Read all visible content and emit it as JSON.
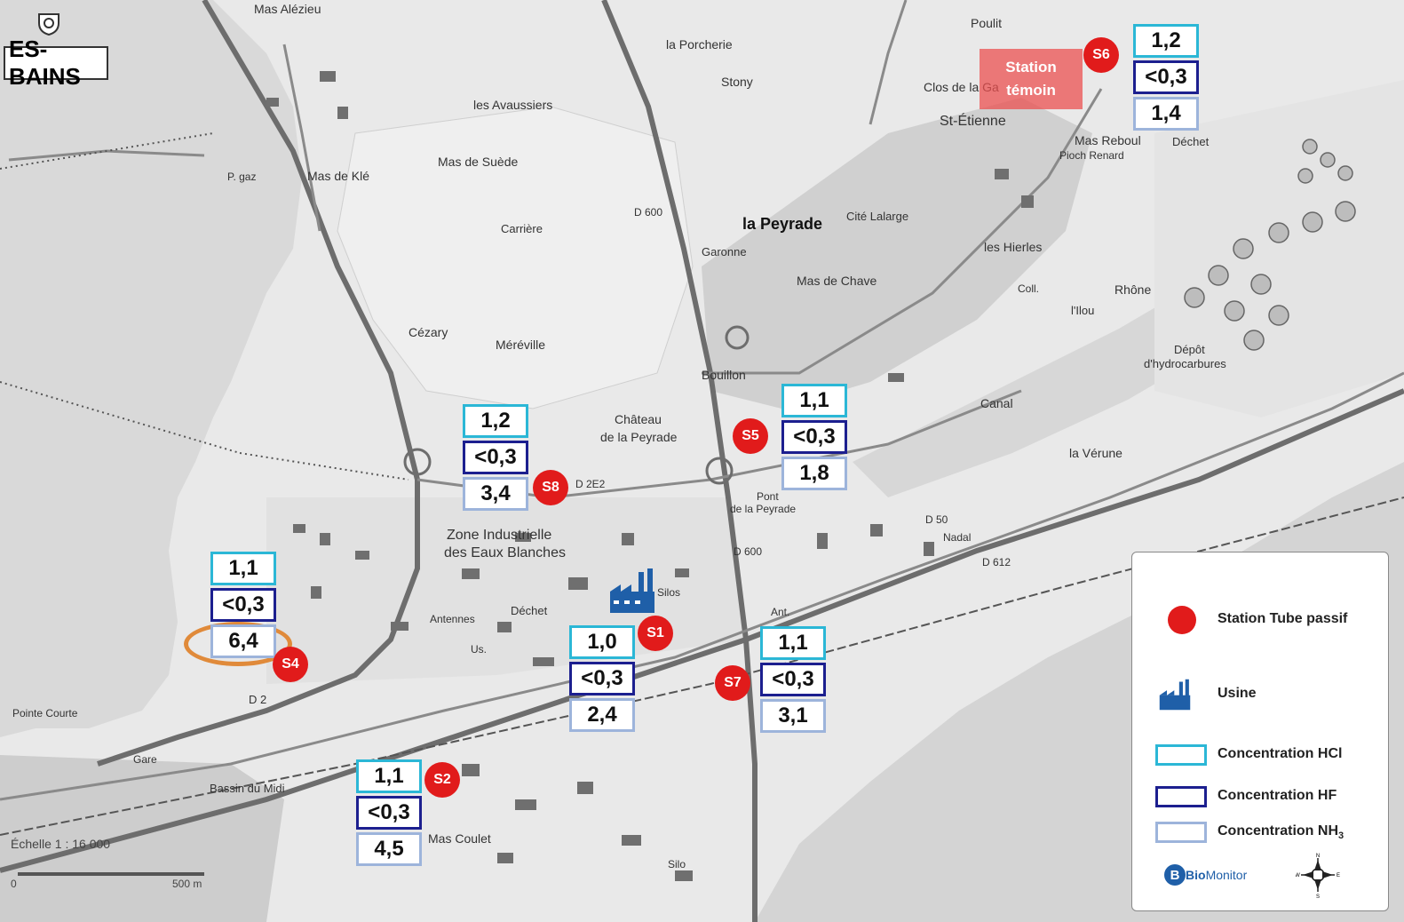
{
  "map": {
    "town_sign": "ES-BAINS",
    "place_labels": [
      {
        "id": "mas-alezieu",
        "text": "Mas Alézieu",
        "bold": false
      },
      {
        "id": "la-porcherie",
        "text": "la Porcherie",
        "bold": false
      },
      {
        "id": "poulit",
        "text": "Poulit",
        "bold": false
      },
      {
        "id": "stony",
        "text": "Stony",
        "bold": false
      },
      {
        "id": "clos-de-la-ga",
        "text": "Clos de la Ga",
        "bold": false
      },
      {
        "id": "st-etienne",
        "text": "St-Étienne",
        "bold": false
      },
      {
        "id": "les-avaussiers",
        "text": "les Avaussiers",
        "bold": false
      },
      {
        "id": "mas-reboul",
        "text": "Mas Reboul",
        "bold": false
      },
      {
        "id": "pioch-renard",
        "text": "Pioch Renard",
        "bold": false
      },
      {
        "id": "dechet-1",
        "text": "Déchet",
        "bold": false
      },
      {
        "id": "mas-de-suede",
        "text": "Mas de Suède",
        "bold": false
      },
      {
        "id": "p-gaz",
        "text": "P. gaz",
        "bold": false
      },
      {
        "id": "mas-de-kle",
        "text": "Mas de Klé",
        "bold": false
      },
      {
        "id": "carriere",
        "text": "Carrière",
        "bold": false
      },
      {
        "id": "la-peyrade",
        "text": "la Peyrade",
        "bold": true
      },
      {
        "id": "cite-lalarge",
        "text": "Cité Lalarge",
        "bold": false
      },
      {
        "id": "garonne",
        "text": "Garonne",
        "bold": false
      },
      {
        "id": "les-hierles",
        "text": "les Hierles",
        "bold": false
      },
      {
        "id": "mas-de-chave",
        "text": "Mas de Chave",
        "bold": false
      },
      {
        "id": "coll",
        "text": "Coll.",
        "bold": false
      },
      {
        "id": "ilou",
        "text": "l'Ilou",
        "bold": false
      },
      {
        "id": "rhone",
        "text": "Rhône",
        "bold": false
      },
      {
        "id": "depot",
        "text": "Dépôt",
        "bold": false
      },
      {
        "id": "hydrocarbures",
        "text": "d'hydrocarbures",
        "bold": false
      },
      {
        "id": "cezary",
        "text": "Cézary",
        "bold": false
      },
      {
        "id": "mereville",
        "text": "Méréville",
        "bold": false
      },
      {
        "id": "bouillon",
        "text": "Bouillon",
        "bold": false
      },
      {
        "id": "chateau",
        "text": "Château",
        "bold": false
      },
      {
        "id": "de-la-peyrade",
        "text": "de la Peyrade",
        "bold": false
      },
      {
        "id": "canal",
        "text": "Canal",
        "bold": false
      },
      {
        "id": "la-verune",
        "text": "la Vérune",
        "bold": false
      },
      {
        "id": "pont",
        "text": "Pont",
        "bold": false
      },
      {
        "id": "de-la-peyrade-2",
        "text": "de la Peyrade",
        "bold": false
      },
      {
        "id": "d50",
        "text": "D 50",
        "bold": false
      },
      {
        "id": "nadal",
        "text": "Nadal",
        "bold": false
      },
      {
        "id": "d612",
        "text": "D 612",
        "bold": false
      },
      {
        "id": "d600-1",
        "text": "D 600",
        "bold": false
      },
      {
        "id": "d600-2",
        "text": "D 600",
        "bold": false
      },
      {
        "id": "d2e2",
        "text": "D 2E2",
        "bold": false
      },
      {
        "id": "d2",
        "text": "D 2",
        "bold": false
      },
      {
        "id": "zone-ind-1",
        "text": "Zone Industrielle",
        "bold": false
      },
      {
        "id": "zone-ind-2",
        "text": "des Eaux Blanches",
        "bold": false
      },
      {
        "id": "silos",
        "text": "Silos",
        "bold": false
      },
      {
        "id": "dechet-2",
        "text": "Déchet",
        "bold": false
      },
      {
        "id": "antennes",
        "text": "Antennes",
        "bold": false
      },
      {
        "id": "us",
        "text": "Us.",
        "bold": false
      },
      {
        "id": "pointe-courte",
        "text": "Pointe Courte",
        "bold": false
      },
      {
        "id": "gare",
        "text": "Gare",
        "bold": false
      },
      {
        "id": "bassin-du-midi",
        "text": "Bassin du Midi",
        "bold": false
      },
      {
        "id": "mas-coulet",
        "text": "Mas Coulet",
        "bold": false
      },
      {
        "id": "silo",
        "text": "Silo",
        "bold": false
      },
      {
        "id": "ant",
        "text": "Ant.",
        "bold": false
      }
    ],
    "scale": {
      "echelle": "Échelle 1 : 16 000",
      "zero": "0",
      "dist": "500 m"
    }
  },
  "stations": [
    {
      "id": "S1",
      "label": "S1",
      "hcl": "1,0",
      "hf": "<0,3",
      "nh3": "2,4"
    },
    {
      "id": "S2",
      "label": "S2",
      "hcl": "1,1",
      "hf": "<0,3",
      "nh3": "4,5"
    },
    {
      "id": "S4",
      "label": "S4",
      "hcl": "1,1",
      "hf": "<0,3",
      "nh3": "6,4"
    },
    {
      "id": "S5",
      "label": "S5",
      "hcl": "1,1",
      "hf": "<0,3",
      "nh3": "1,8"
    },
    {
      "id": "S6",
      "label": "S6",
      "hcl": "1,2",
      "hf": "<0,3",
      "nh3": "1,4"
    },
    {
      "id": "S7",
      "label": "S7",
      "hcl": "1,1",
      "hf": "<0,3",
      "nh3": "3,1"
    },
    {
      "id": "S8",
      "label": "S8",
      "hcl": "1,2",
      "hf": "<0,3",
      "nh3": "3,4"
    }
  ],
  "temoin": {
    "line1": "Station",
    "line2": "témoin"
  },
  "legend": {
    "station": "Station Tube passif",
    "usine": "Usine",
    "hcl": "Concentration  HCl",
    "hf": "Concentration  HF",
    "nh3_prefix": "Concentration  NH",
    "nh3_sub": "3",
    "brand_bio": "Bio",
    "brand_monitor": "Monitor",
    "compass_n": "N",
    "compass_s": "S",
    "compass_e": "E",
    "compass_w": "W"
  },
  "colors": {
    "hcl": "#2bb7d6",
    "hf": "#1c1f8f",
    "nh3": "#9db4db",
    "station": "#e11b1b",
    "usine": "#1f5fa8",
    "highlight": "#e08a3a"
  }
}
